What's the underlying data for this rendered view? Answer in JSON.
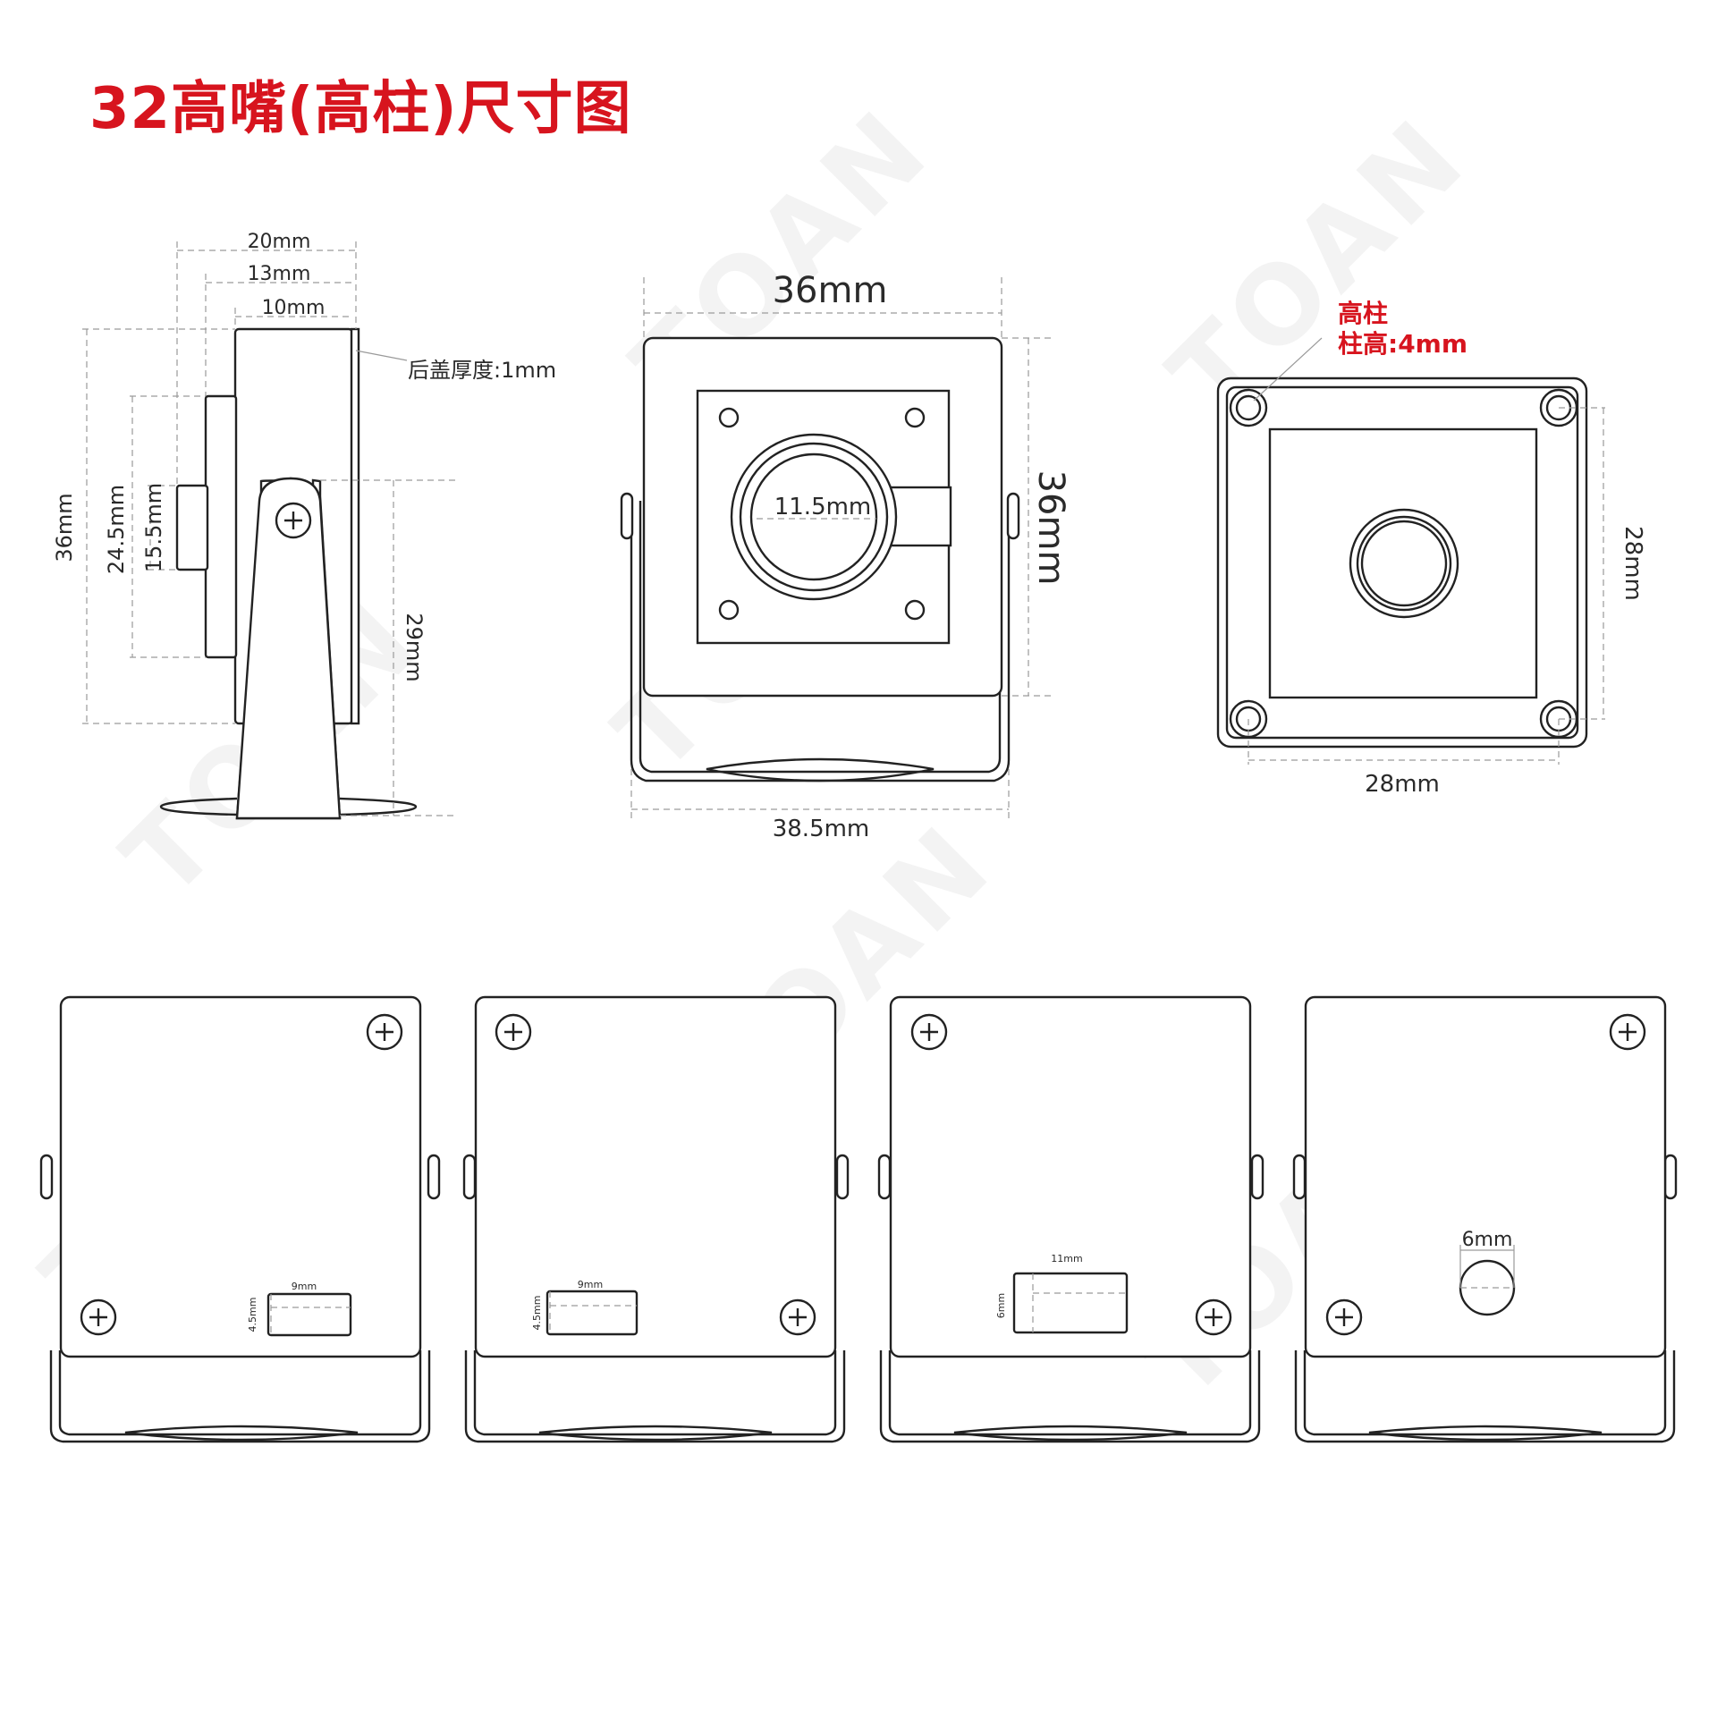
{
  "title": "32高嘴(高柱)尺寸图",
  "watermark": "TOAN",
  "colors": {
    "accent": "#d7141e",
    "line": "#222222",
    "dimension": "#9a9a9a"
  },
  "side_view": {
    "width_20": "20mm",
    "width_13": "13mm",
    "width_10": "10mm",
    "rear_cover": "后盖厚度:1mm",
    "height_36": "36mm",
    "height_24_5": "24.5mm",
    "height_15_5": "15.5mm",
    "height_29": "29mm"
  },
  "front_view": {
    "width": "36mm",
    "height": "36mm",
    "lens": "11.5mm",
    "bracket_width": "38.5mm"
  },
  "back_view": {
    "post_label": "高柱",
    "post_height": "柱高:4mm",
    "hole_h": "28mm",
    "hole_v": "28mm"
  },
  "rear_panels": [
    {
      "width": "9mm",
      "height": "4.5mm"
    },
    {
      "width": "9mm",
      "height": "4.5mm"
    },
    {
      "width": "11mm",
      "height": "6mm"
    },
    {
      "diameter": "6mm"
    }
  ]
}
